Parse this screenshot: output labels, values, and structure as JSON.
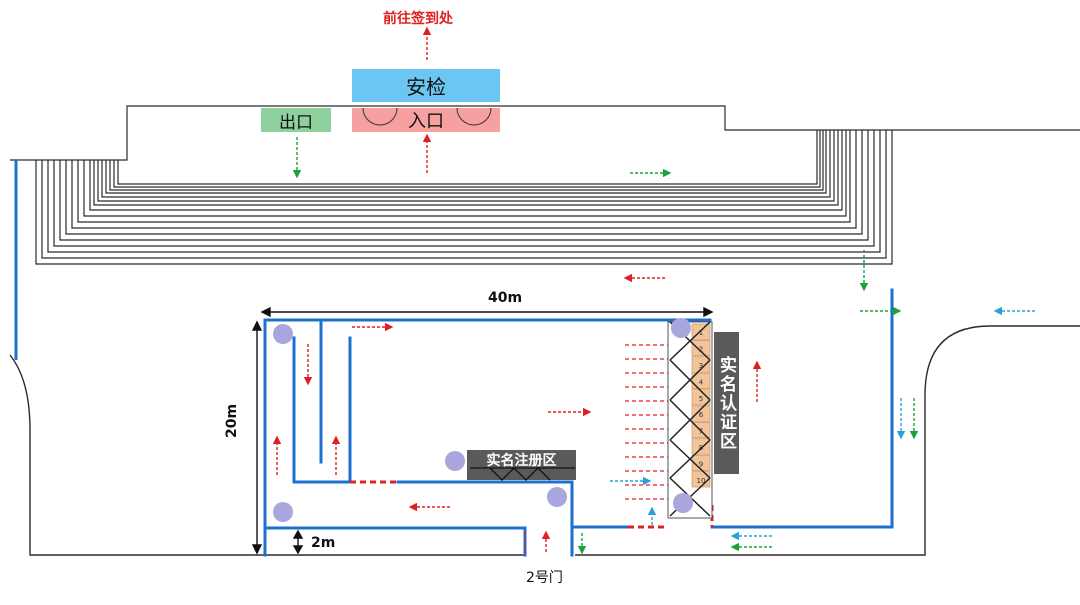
{
  "labels": {
    "to_checkin": "前往签到处",
    "security_check": "安检",
    "exit": "出口",
    "entrance": "入口",
    "width_dim": "40m",
    "height_dim": "20m",
    "gap_dim": "2m",
    "registration_area": "实名注册区",
    "verification_area": "实名认证区",
    "gate": "2号门"
  },
  "slot_numbers": [
    "1",
    "2",
    "3",
    "4",
    "5",
    "6",
    "7",
    "8",
    "9",
    "10"
  ],
  "colors": {
    "wall": "#2b2b2b",
    "barrier": "#1f6fd1",
    "security": "#6cc6f3",
    "exit": "#8fd19e",
    "entrance": "#f6a0a0",
    "red_arrow": "#e02020",
    "green_arrow": "#1aa33a",
    "blue_arrow": "#2aa0d8",
    "staff_dot": "#a9a6de",
    "dark_box": "#5a5a5a",
    "slot": "#f1c49a"
  }
}
